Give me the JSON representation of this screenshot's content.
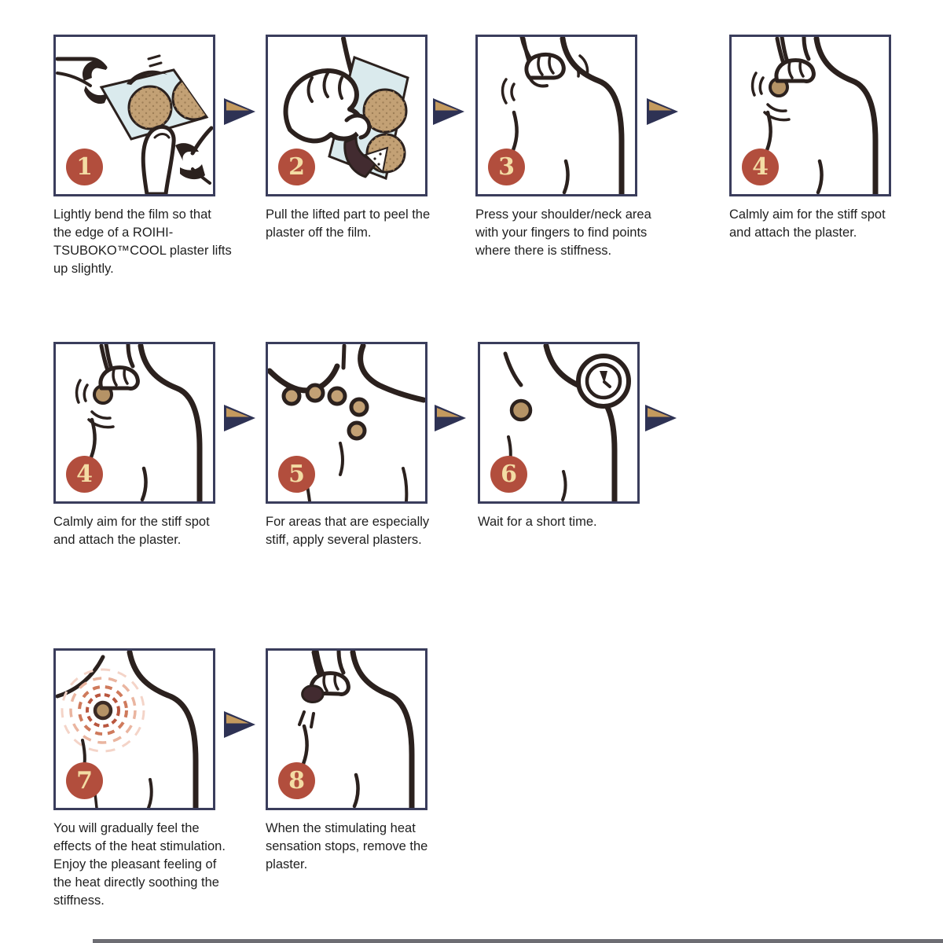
{
  "sheet": {
    "description": "ROIHI-TSUBOKO COOL plaster usage instructions",
    "step_count_shown": 8
  },
  "steps": [
    {
      "number": "1",
      "caption": "Lightly bend the film so that the edge of a ROIHI-TSUBOKO™COOL plaster lifts up slightly.",
      "illustration": "bend-film"
    },
    {
      "number": "2",
      "caption": "Pull the lifted part to peel the plaster off the film.",
      "illustration": "peel-plaster"
    },
    {
      "number": "3",
      "caption": "Press your shoulder/neck area with your fingers to find points where there is stiffness.",
      "illustration": "press-shoulder"
    },
    {
      "number": "4",
      "caption": "Calmly aim for the stiff spot and attach the plaster.",
      "illustration": "attach-plaster"
    },
    {
      "number": "4",
      "caption": "Calmly aim for the stiff spot and attach the plaster.",
      "illustration": "attach-plaster"
    },
    {
      "number": "5",
      "caption": "For areas that are especially stiff, apply several plasters.",
      "illustration": "multiple-plasters"
    },
    {
      "number": "6",
      "caption": "Wait for a short time.",
      "illustration": "wait-clock"
    },
    {
      "number": "7",
      "caption": "You will gradually feel the effects of the heat stimulation. Enjoy the pleasant feeling of the heat directly soothing the stiffness.",
      "illustration": "heat-stimulation"
    },
    {
      "number": "8",
      "caption": "When the stimulating heat sensation stops, remove the plaster.",
      "illustration": "remove-plaster"
    }
  ],
  "icons": {
    "arrow": "next-step-arrow-icon",
    "clock": "clock-icon",
    "heat": "heat-waves-icon"
  },
  "colors": {
    "panel_border": "#3a3d5c",
    "line_art": "#2b211e",
    "film_blue": "#daeaed",
    "plaster_tan": "#c3a175",
    "plaster_tan_small": "#b59366",
    "plaster_dot": "#9e7f57",
    "plaster_dark": "#422b30",
    "badge_bg": "#b24e3d",
    "badge_text": "#f3dca4",
    "arrow_navy": "#2e3254",
    "arrow_gold": "#c49a5e",
    "heat_ring_dark": "#b9563e",
    "heat_ring_mid": "#cf7a5c",
    "heat_ring_light": "#eab5a0",
    "heat_ring_faint": "#f4d4c8",
    "caption_text": "#1f1f1f"
  }
}
